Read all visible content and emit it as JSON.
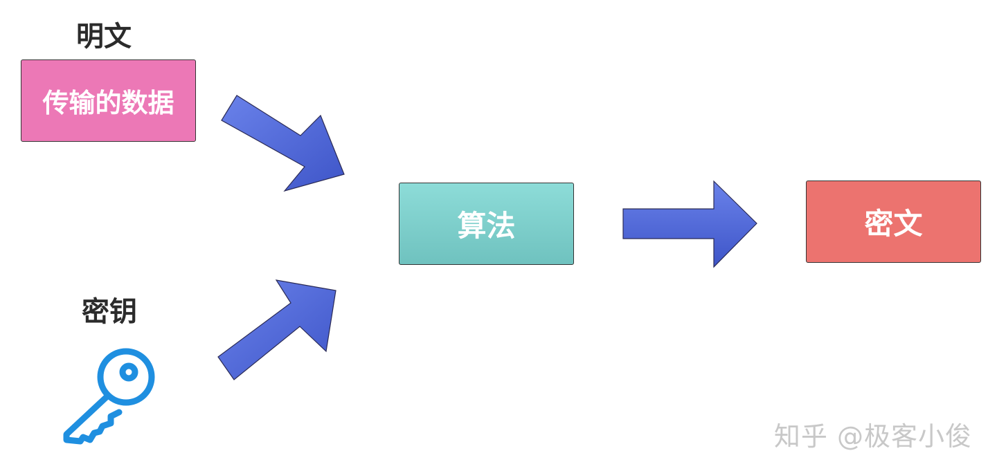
{
  "labels": {
    "plaintext_heading": "明文",
    "key_heading": "密钥"
  },
  "nodes": {
    "plaintext": "传输的数据",
    "algorithm": "算法",
    "ciphertext": "密文"
  },
  "watermark": "知乎 @极客小俊",
  "colors": {
    "plaintext_fill": "#ec78b6",
    "algorithm_fill": "#7fcfcb",
    "ciphertext_fill": "#ec736f",
    "arrow_fill": "#5068d8",
    "key_icon": "#1f8fe0"
  },
  "icons": [
    "key-icon"
  ]
}
